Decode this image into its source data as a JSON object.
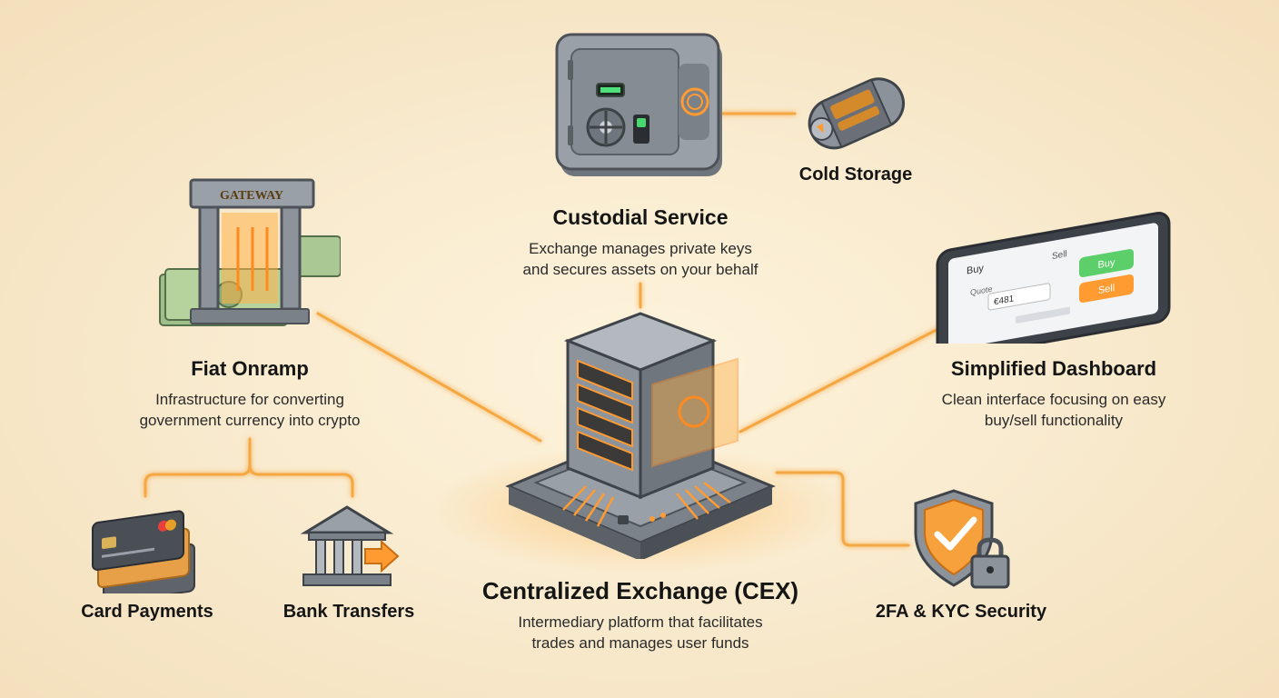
{
  "nodes": {
    "custodial": {
      "title": "Custodial Service",
      "desc": [
        "Exchange manages private keys",
        "and secures assets on your behalf"
      ]
    },
    "cold_storage": {
      "title": "Cold Storage"
    },
    "fiat_onramp": {
      "title": "Fiat Onramp",
      "desc": [
        "Infrastructure for converting",
        "government currency into crypto"
      ],
      "gate_sign": "GATEWAY"
    },
    "dashboard": {
      "title": "Simplified Dashboard",
      "desc": [
        "Clean interface focusing on easy",
        "buy/sell functionality"
      ],
      "screen": {
        "header": "Buy",
        "sell_label": "Sell",
        "field_label": "Quote",
        "field_value": "€481",
        "buy_button": "Buy",
        "sell_button": "Sell"
      }
    },
    "cex": {
      "title": "Centralized Exchange (CEX)",
      "desc": [
        "Intermediary platform that facilitates",
        "trades and manages user funds"
      ]
    },
    "security": {
      "title": "2FA & KYC Security"
    },
    "card_payments": {
      "title": "Card Payments"
    },
    "bank_transfers": {
      "title": "Bank Transfers"
    }
  },
  "colors": {
    "connector": "#f5a742",
    "connector_glow": "#ffd08a",
    "accent": "#ff8a1f",
    "metal": "#8d939b",
    "text": "#151515"
  }
}
